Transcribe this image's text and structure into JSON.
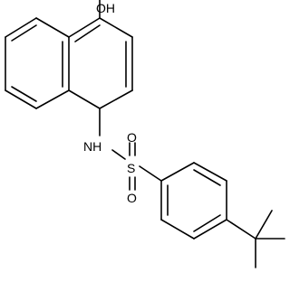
{
  "molecule": {
    "labels": {
      "hydroxyl": "OH",
      "amine": "NH",
      "sulfur": "S",
      "oxygen_top": "O",
      "oxygen_bottom": "O"
    },
    "colors": {
      "bond": "#000000",
      "text": "#000000",
      "background": "#ffffff"
    }
  }
}
